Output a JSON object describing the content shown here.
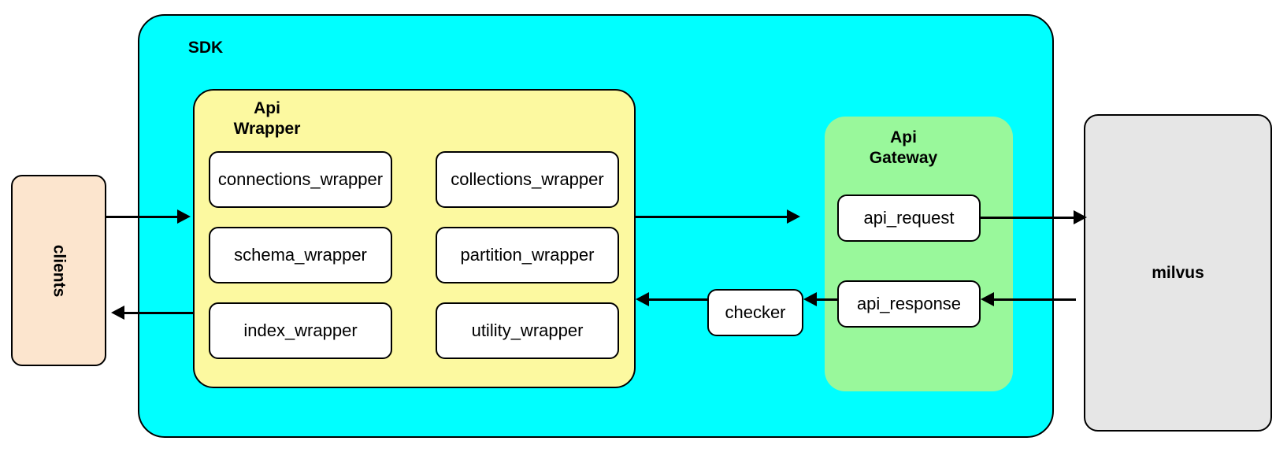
{
  "diagram": {
    "title": "SDK architecture diagram",
    "type": "block-diagram"
  },
  "colors": {
    "sdk_fill": "#00ffff",
    "api_wrapper_fill": "#fcf9a0",
    "api_gateway_fill": "#99f89b",
    "clients_fill": "#fce5ce",
    "milvus_fill": "#e6e6e6",
    "leaf_fill": "#ffffff",
    "stroke": "#000000"
  },
  "nodes": {
    "clients": {
      "label": "clients",
      "orientation": "vertical"
    },
    "sdk": {
      "label": "SDK"
    },
    "api_wrapper": {
      "label": "Api\nWrapper",
      "children": [
        {
          "label": "connections_wrapper"
        },
        {
          "label": "collections_wrapper"
        },
        {
          "label": "schema_wrapper"
        },
        {
          "label": "partition_wrapper"
        },
        {
          "label": "index_wrapper"
        },
        {
          "label": "utility_wrapper"
        }
      ]
    },
    "checker": {
      "label": "checker"
    },
    "api_gateway": {
      "label": "Api\nGateway",
      "children": [
        {
          "label": "api_request"
        },
        {
          "label": "api_response"
        }
      ]
    },
    "milvus": {
      "label": "milvus"
    }
  },
  "edges": [
    {
      "from": "clients",
      "to": "api_wrapper",
      "direction": "right"
    },
    {
      "from": "api_wrapper",
      "to": "clients",
      "direction": "left"
    },
    {
      "from": "api_wrapper",
      "to": "api_gateway",
      "direction": "right"
    },
    {
      "from": "api_request",
      "to": "milvus",
      "direction": "right"
    },
    {
      "from": "milvus",
      "to": "api_response",
      "direction": "left"
    },
    {
      "from": "api_response",
      "to": "checker",
      "direction": "left"
    },
    {
      "from": "checker",
      "to": "api_wrapper",
      "direction": "left"
    }
  ]
}
